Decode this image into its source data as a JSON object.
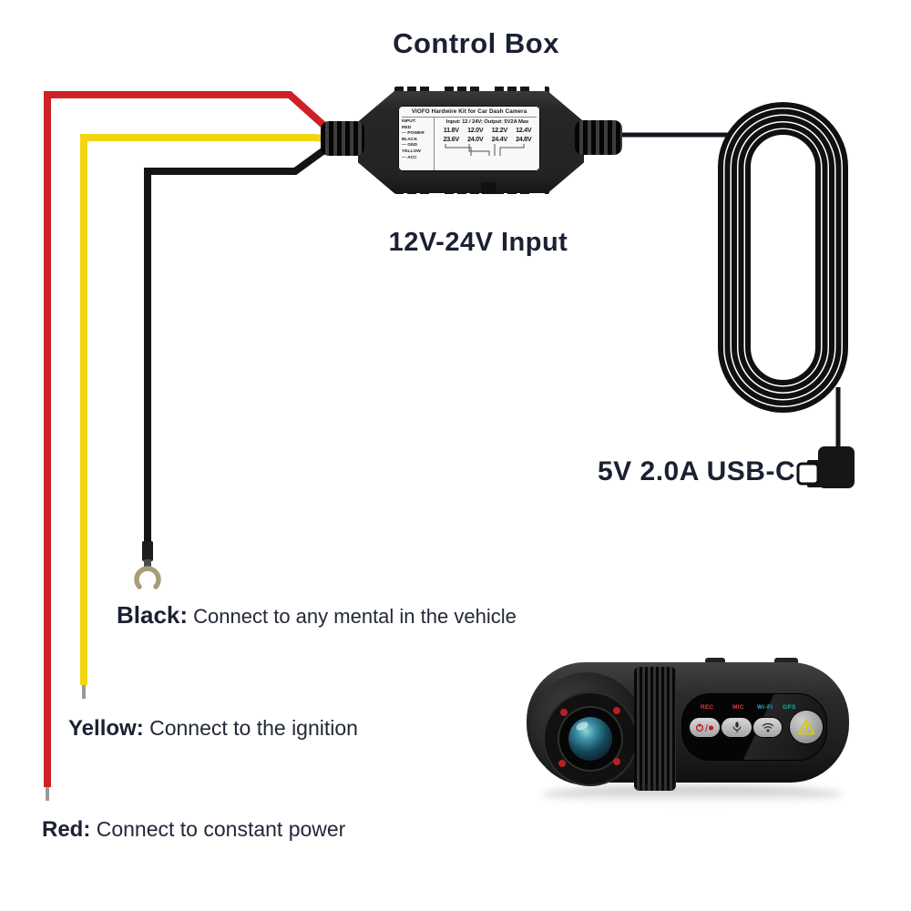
{
  "page": {
    "title": "Control Box",
    "input_label": "12V-24V Input",
    "usb_label": "5V 2.0A USB-C"
  },
  "control_box": {
    "label_title": "VIOFO Hardwire Kit for Car Dash Camera",
    "input_column": [
      "INPUT:",
      "RED",
      "— POWER",
      "BLACK",
      "— GND",
      "YELLOW",
      "— ACC"
    ],
    "spec": "Input: 12 / 24V; Output: 5V2A Max",
    "voltages_12v": [
      "11.8V",
      "12.0V",
      "12.2V",
      "12.4V"
    ],
    "voltages_24v": [
      "23.6V",
      "24.0V",
      "24.4V",
      "24.8V"
    ]
  },
  "wires": {
    "red": {
      "color": "#ce2127",
      "label_prefix": "Red:",
      "label_text": "Connect to constant power"
    },
    "yellow": {
      "color": "#f2d50e",
      "label_prefix": "Yellow:",
      "label_text": "Connect to the ignition"
    },
    "black": {
      "color": "#141414",
      "label_prefix": "Black:",
      "label_text": "Connect to any mental in the vehicle"
    }
  },
  "camera": {
    "indicator_labels": [
      {
        "text": "REC",
        "color": "#e03a3a"
      },
      {
        "text": "MIC",
        "color": "#e03a3a"
      },
      {
        "text": "Wi-Fi",
        "color": "#35a7e0"
      },
      {
        "text": "GPS",
        "color": "#12b29b"
      }
    ]
  },
  "colors": {
    "heading_text": "#1b2133",
    "body_text": "#232838",
    "background": "#ffffff",
    "cable": "#15151d"
  }
}
